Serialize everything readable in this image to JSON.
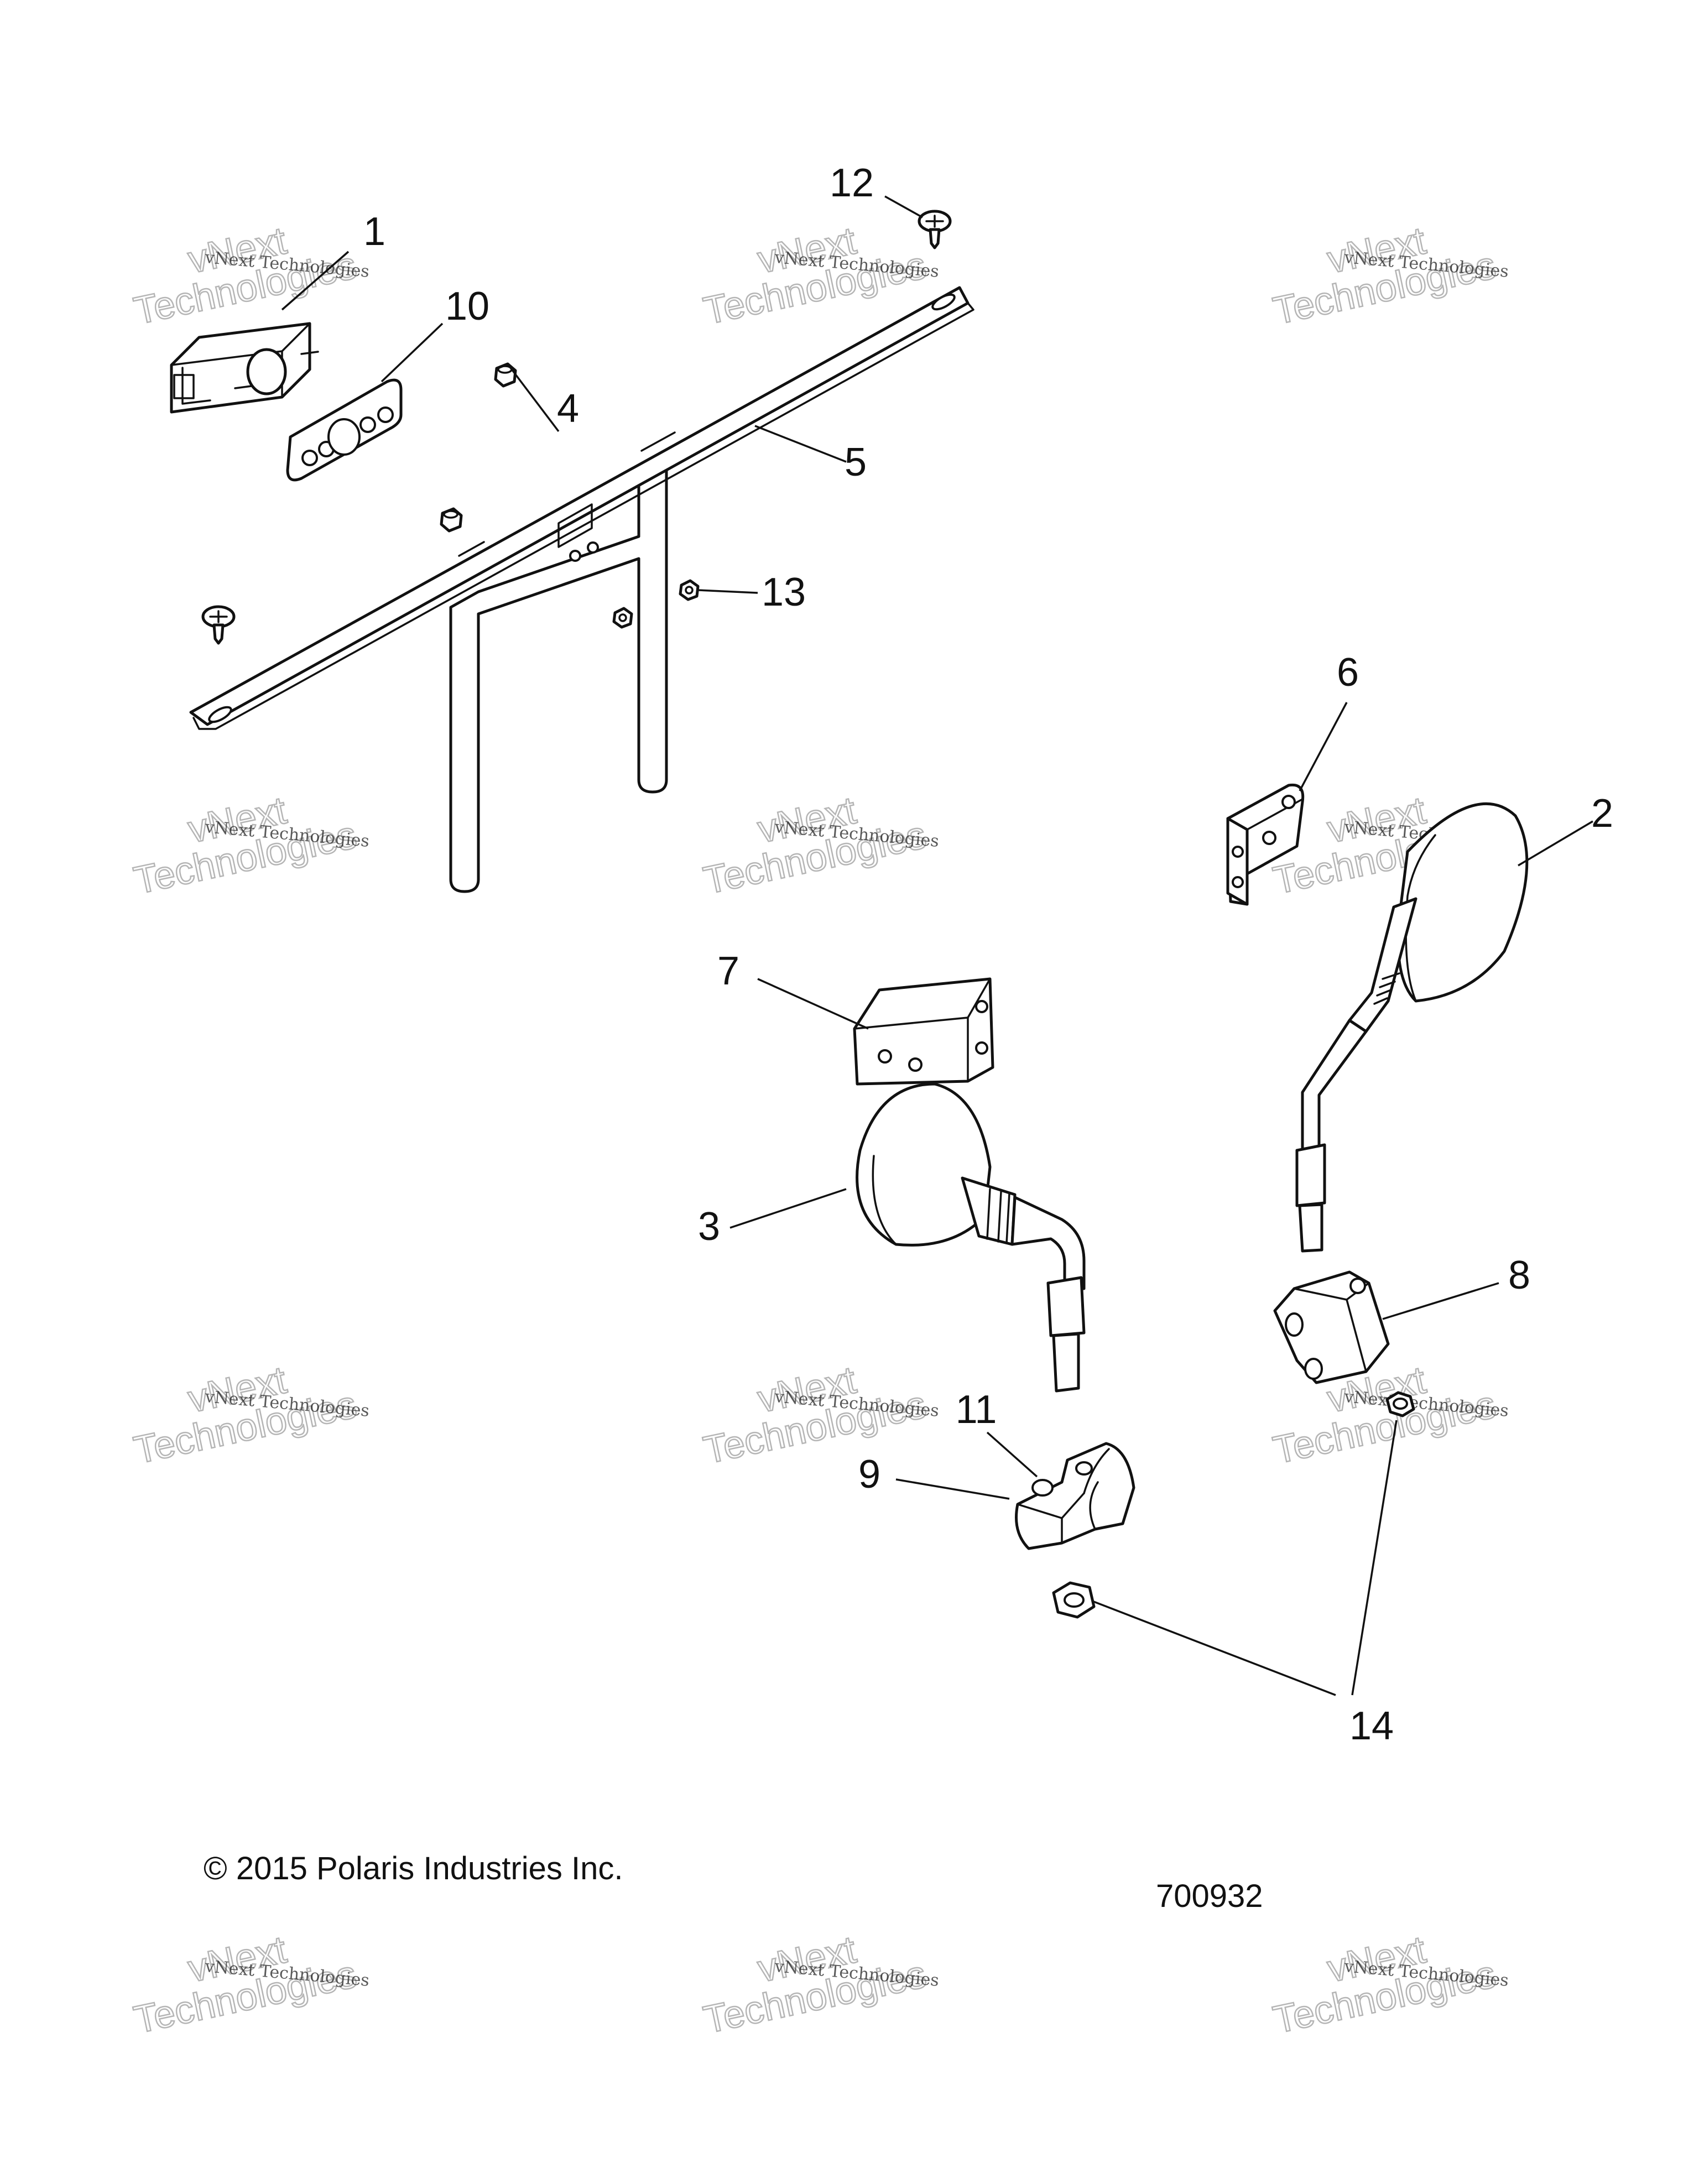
{
  "callouts": [
    {
      "id": "1",
      "text": "1"
    },
    {
      "id": "2",
      "text": "2"
    },
    {
      "id": "3",
      "text": "3"
    },
    {
      "id": "4",
      "text": "4"
    },
    {
      "id": "5",
      "text": "5"
    },
    {
      "id": "6",
      "text": "6"
    },
    {
      "id": "7",
      "text": "7"
    },
    {
      "id": "8",
      "text": "8"
    },
    {
      "id": "9",
      "text": "9"
    },
    {
      "id": "10",
      "text": "10"
    },
    {
      "id": "11",
      "text": "11"
    },
    {
      "id": "12",
      "text": "12"
    },
    {
      "id": "13",
      "text": "13"
    },
    {
      "id": "14",
      "text": "14"
    }
  ],
  "watermark": {
    "small": "vNext Technologies",
    "large_top": "vNext",
    "large_bottom": "Technologies"
  },
  "footer": {
    "copyright": "© 2015 Polaris Industries Inc.",
    "diagram_number": "700932"
  }
}
